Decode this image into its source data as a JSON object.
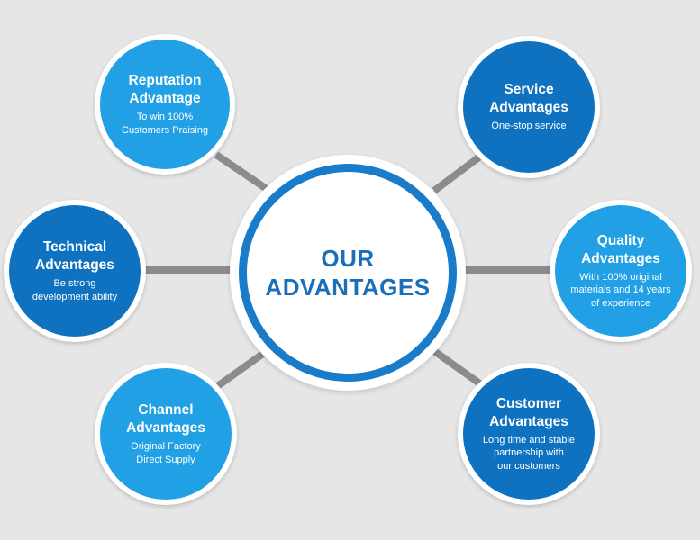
{
  "colors": {
    "background": "#e6e6e7",
    "connector": "#8c8c8e",
    "light_blue": "#21a0e6",
    "dark_blue": "#0f72c0",
    "center_ring": "#1a7bc8",
    "center_text": "#1a6fba"
  },
  "center": {
    "line1": "OUR",
    "line2": "ADVANTAGES"
  },
  "nodes": [
    {
      "id": "reputation",
      "title_1": "Reputation",
      "title_2": "Advantage",
      "desc": [
        "To win 100%",
        "Customers Praising"
      ],
      "color": "light_blue"
    },
    {
      "id": "service",
      "title_1": "Service",
      "title_2": "Advantages",
      "desc": [
        "One-stop service"
      ],
      "color": "dark_blue"
    },
    {
      "id": "technical",
      "title_1": "Technical",
      "title_2": "Advantages",
      "desc": [
        "Be strong",
        "development ability"
      ],
      "color": "dark_blue"
    },
    {
      "id": "quality",
      "title_1": "Quality",
      "title_2": "Advantages",
      "desc": [
        "With 100% original",
        "materials and 14 years",
        "of experience"
      ],
      "color": "light_blue"
    },
    {
      "id": "channel",
      "title_1": "Channel",
      "title_2": "Advantages",
      "desc": [
        "Original Factory",
        "Direct Supply"
      ],
      "color": "light_blue"
    },
    {
      "id": "customer",
      "title_1": "Customer",
      "title_2": "Advantages",
      "desc": [
        "Long time and stable",
        "partnership with",
        "our customers"
      ],
      "color": "dark_blue"
    }
  ]
}
